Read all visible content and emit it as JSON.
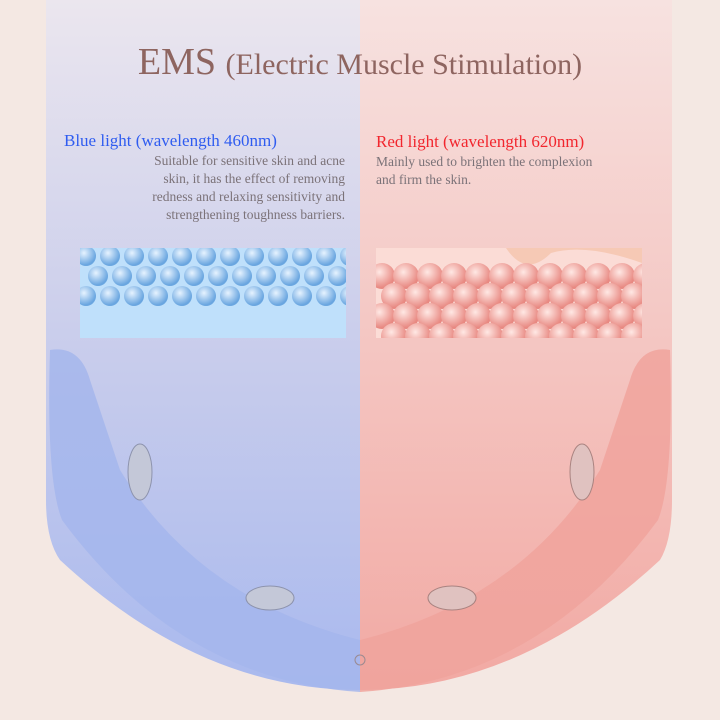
{
  "title": {
    "main": "EMS",
    "sub": "(Electric Muscle Stimulation)"
  },
  "blue": {
    "heading": "Blue light (wavelength 460nm)",
    "lines": [
      "Suitable for sensitive skin and acne",
      "skin, it has the effect of removing",
      "redness and relaxing sensitivity and",
      "strengthening toughness barriers."
    ],
    "color": "#2f5cf0"
  },
  "red": {
    "heading": "Red light (wavelength 620nm)",
    "lines": [
      "Mainly used to brighten the complexion",
      "and firm the skin."
    ],
    "color": "#f2262e"
  }
}
